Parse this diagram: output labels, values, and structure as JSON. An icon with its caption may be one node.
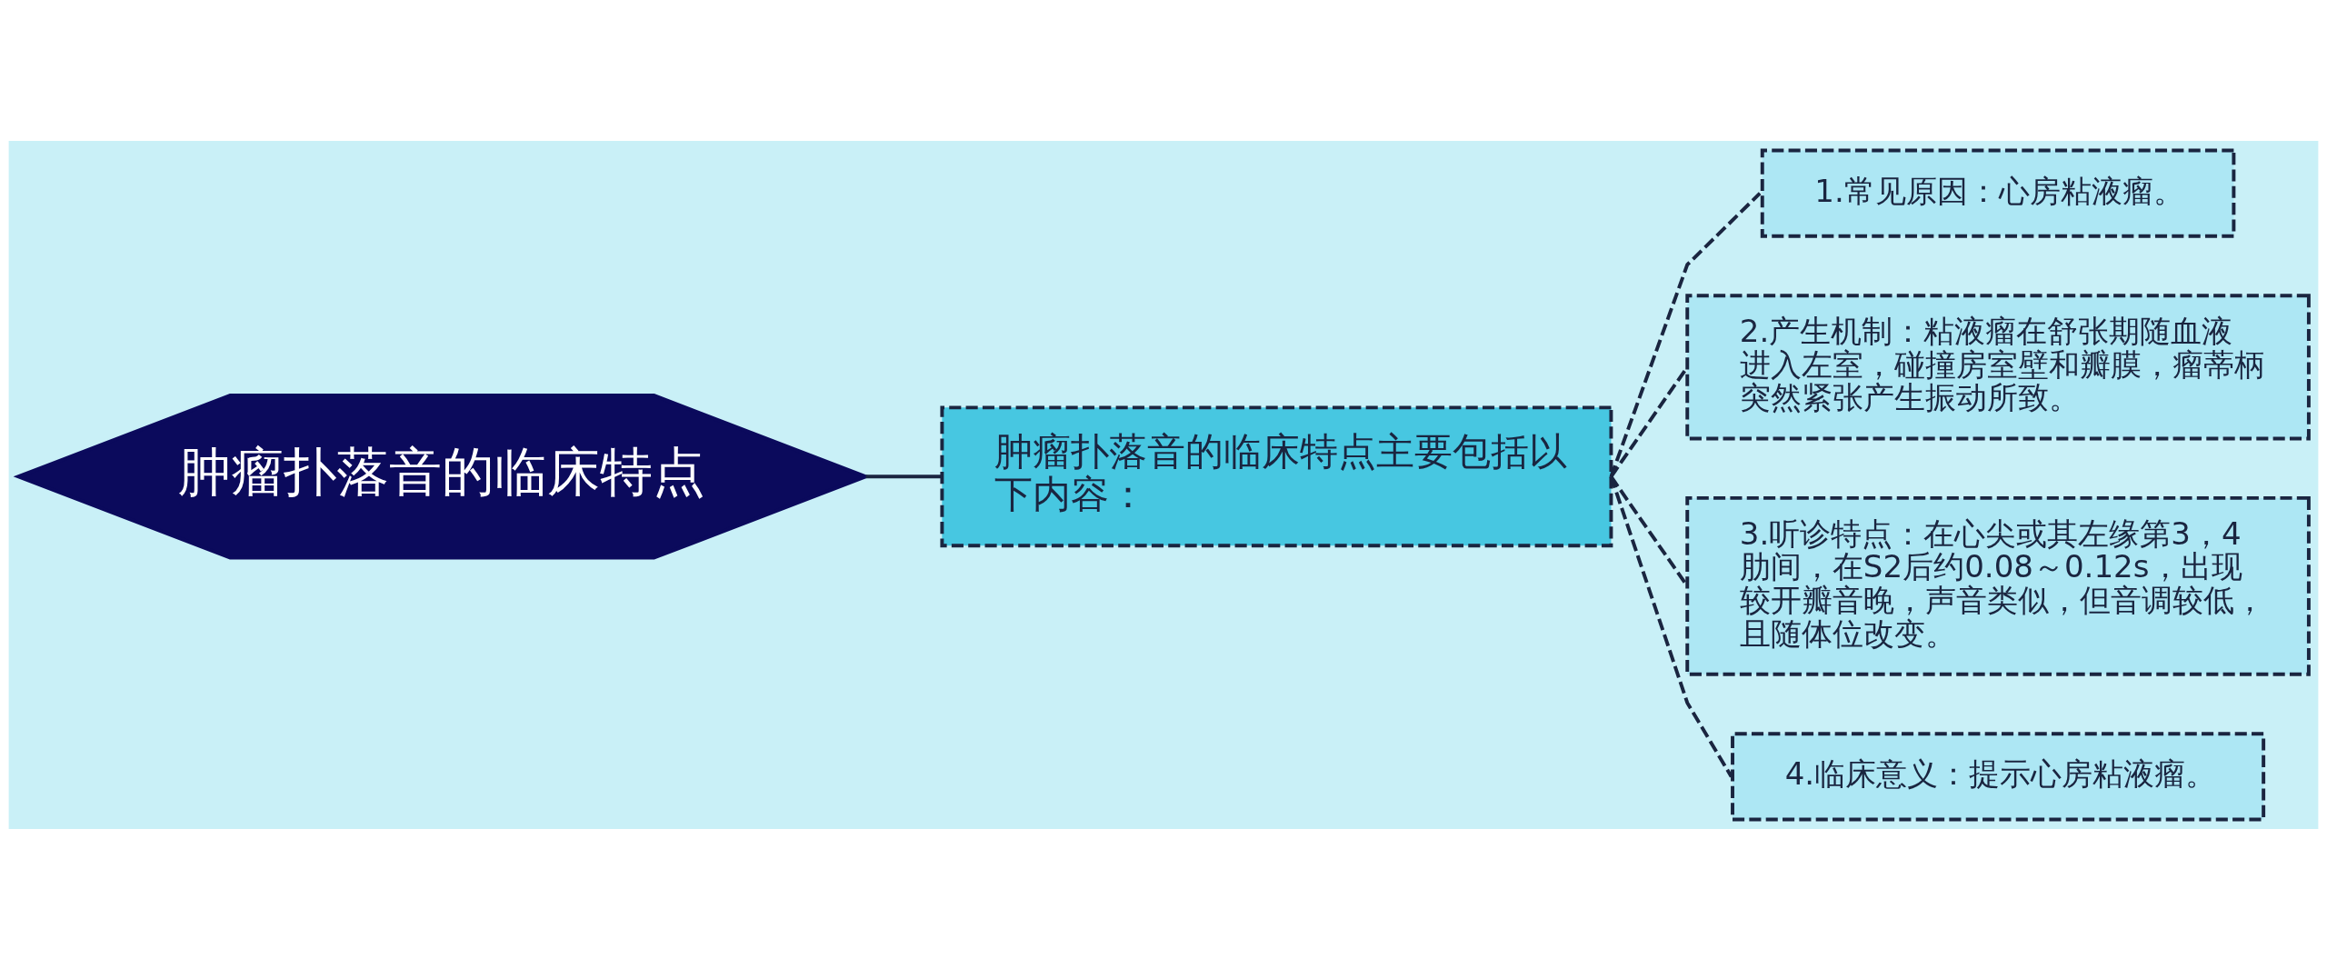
{
  "diagram": {
    "nodes": [
      {
        "text": [
          "肿瘤扑落音的临床特点"
        ]
      },
      {
        "text": [
          "肿瘤扑落音的临床特点主要包括以下内容："
        ]
      },
      {
        "text": [
          "1.常见原因：心房粘液瘤。"
        ]
      },
      {
        "text": [
          "2.产生机制：粘液瘤在舒张期随血液进入左室，碰撞房室壁和瓣膜，瘤蒂柄突然紧张产生振动所致。"
        ]
      },
      {
        "text": [
          "3.听诊特点：在心尖或其左缘第3，4肋间，在S2后约0.08～0.12s，出现较开瓣音晚，声音类似，但音调较低，且随体位改变。"
        ]
      },
      {
        "text": [
          "4.临床意义：提示心房粘液瘤。"
        ]
      }
    ],
    "edges": [
      {
        "from": 0,
        "to": 1,
        "arrow": "none"
      },
      {
        "from": 1,
        "to": 2,
        "arrow": "none",
        "style": "dashed"
      },
      {
        "from": 1,
        "to": 3,
        "arrow": "none",
        "style": "dashed"
      },
      {
        "from": 1,
        "to": 4,
        "arrow": "none",
        "style": "dashed"
      },
      {
        "from": 1,
        "to": 5,
        "arrow": "none",
        "style": "dashed"
      }
    ]
  }
}
